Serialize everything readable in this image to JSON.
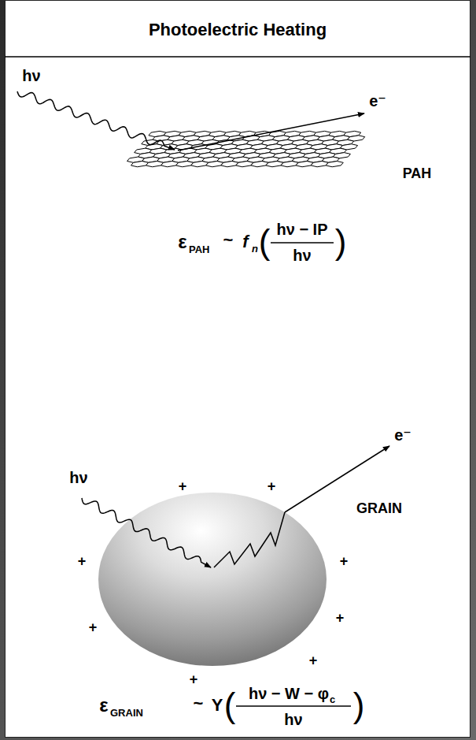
{
  "diagram": {
    "title": "Photoelectric Heating",
    "labels": [
      "hν",
      "e⁻",
      "PAH",
      "ε",
      "PAH",
      "~",
      "f",
      "n",
      "(",
      "hν − IP",
      "hν",
      ")",
      "hν",
      "e⁻",
      "GRAIN",
      "+",
      "+",
      "+",
      "+",
      "+",
      "+",
      "+",
      "+",
      "ε",
      "GRAIN",
      "~",
      "Y",
      "(",
      "hν − W − φ",
      "c",
      "hν",
      ")"
    ]
  }
}
